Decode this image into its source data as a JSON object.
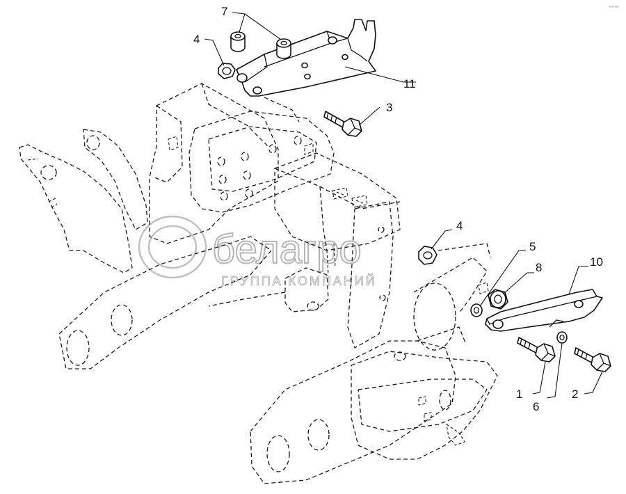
{
  "watermark": {
    "brand": "белагро",
    "tagline": "ГРУППА КОМПАНИЙ"
  },
  "corner_code": "ₑᵢᵤ ₒₒₒₒ",
  "callouts": [
    {
      "id": "c7",
      "label": "7"
    },
    {
      "id": "c4a",
      "label": "4"
    },
    {
      "id": "c11",
      "label": "11"
    },
    {
      "id": "c3",
      "label": "3"
    },
    {
      "id": "c4b",
      "label": "4"
    },
    {
      "id": "c5",
      "label": "5"
    },
    {
      "id": "c8",
      "label": "8"
    },
    {
      "id": "c10",
      "label": "10"
    },
    {
      "id": "c1",
      "label": "1"
    },
    {
      "id": "c6",
      "label": "6"
    },
    {
      "id": "c2",
      "label": "2"
    }
  ]
}
